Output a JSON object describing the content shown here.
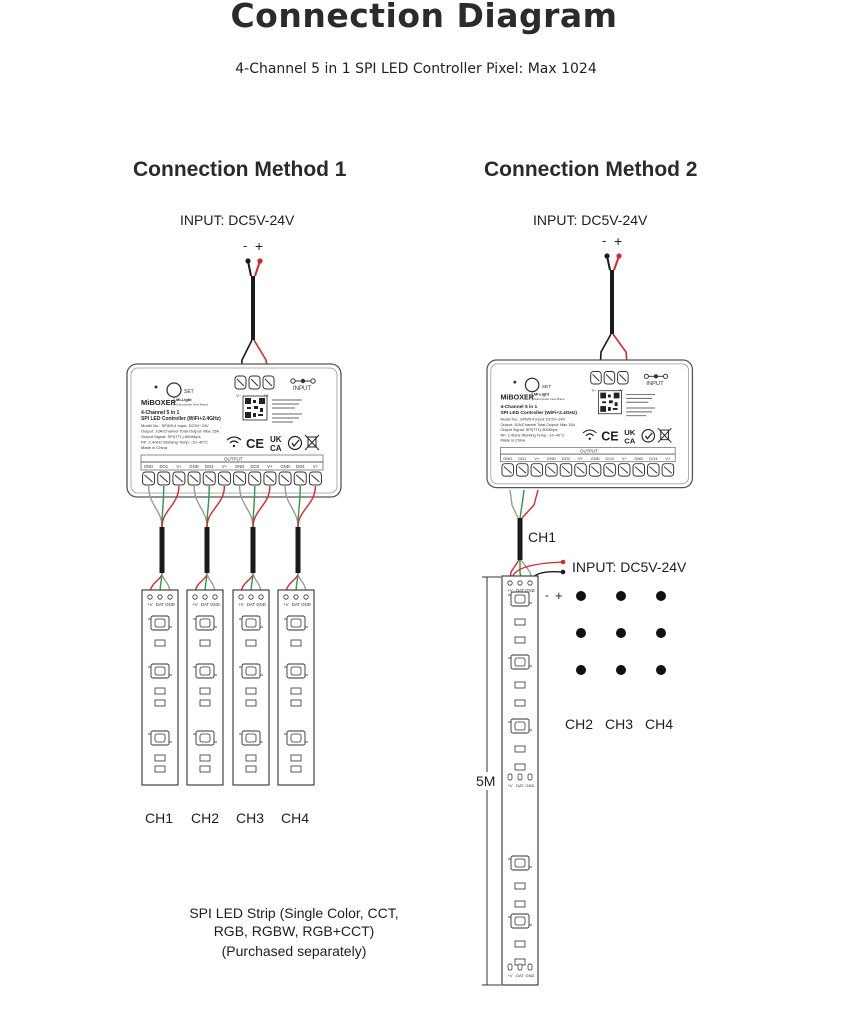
{
  "page": {
    "title": "Connection Diagram",
    "subtitle": "4-Channel 5 in 1 SPI LED Controller Pixel: Max 1024"
  },
  "method1": {
    "heading": "Connection Method 1",
    "input_label": "INPUT: DC5V-24V",
    "polarity_minus": "-",
    "polarity_plus": "+",
    "channels": [
      "CH1",
      "CH2",
      "CH3",
      "CH4"
    ],
    "strip_caption": [
      "SPI LED Strip (Single Color, CCT,",
      "RGB, RGBW, RGB+CCT)",
      "(Purchased separately)"
    ]
  },
  "method2": {
    "heading": "Connection Method 2",
    "input_label": "INPUT: DC5V-24V",
    "polarity_minus": "-",
    "polarity_plus": "+",
    "ch1_label": "CH1",
    "strip_input_label": "INPUT: DC5V-24V",
    "strip_minus": "-",
    "strip_plus": "+",
    "strip_length": "5M",
    "other_channels": [
      "CH2",
      "CH3",
      "CH4"
    ]
  },
  "controller": {
    "brand": "MiBOXER",
    "brand_sub": "Mi-Light",
    "line1": "4-Channel 5 in 1",
    "line2": "SPI LED Controller (WiFi+2.4GHz)",
    "spec_lines": [
      "Model No.: SPW5-4   Input: DC5V~24V",
      "Output: 10A/Channel   Total Output: Max 15A",
      "Output Signal: SPI(TTL)   800Kbps",
      "RF: 2.4GHz  Working Temp: -10~40°C",
      "Made in China"
    ],
    "set_label": "SET",
    "input_label": "INPUT",
    "output_label": "OUTPUT",
    "terminal_labels": [
      "GND",
      "DO1",
      "V+",
      "GND",
      "DO2",
      "V+",
      "GND",
      "DO3",
      "V+",
      "GND",
      "DO4",
      "V+"
    ],
    "cert_ce": "CE",
    "cert_ukca_top": "UK",
    "cert_ukca_bottom": "CA"
  },
  "strip": {
    "pad_labels": [
      "+V",
      "DAT",
      "GND"
    ]
  },
  "colors": {
    "wire_red": "#d9262b",
    "wire_green": "#2a9a45",
    "wire_black": "#1a1a1a",
    "wire_gray": "#9a9a9a"
  }
}
